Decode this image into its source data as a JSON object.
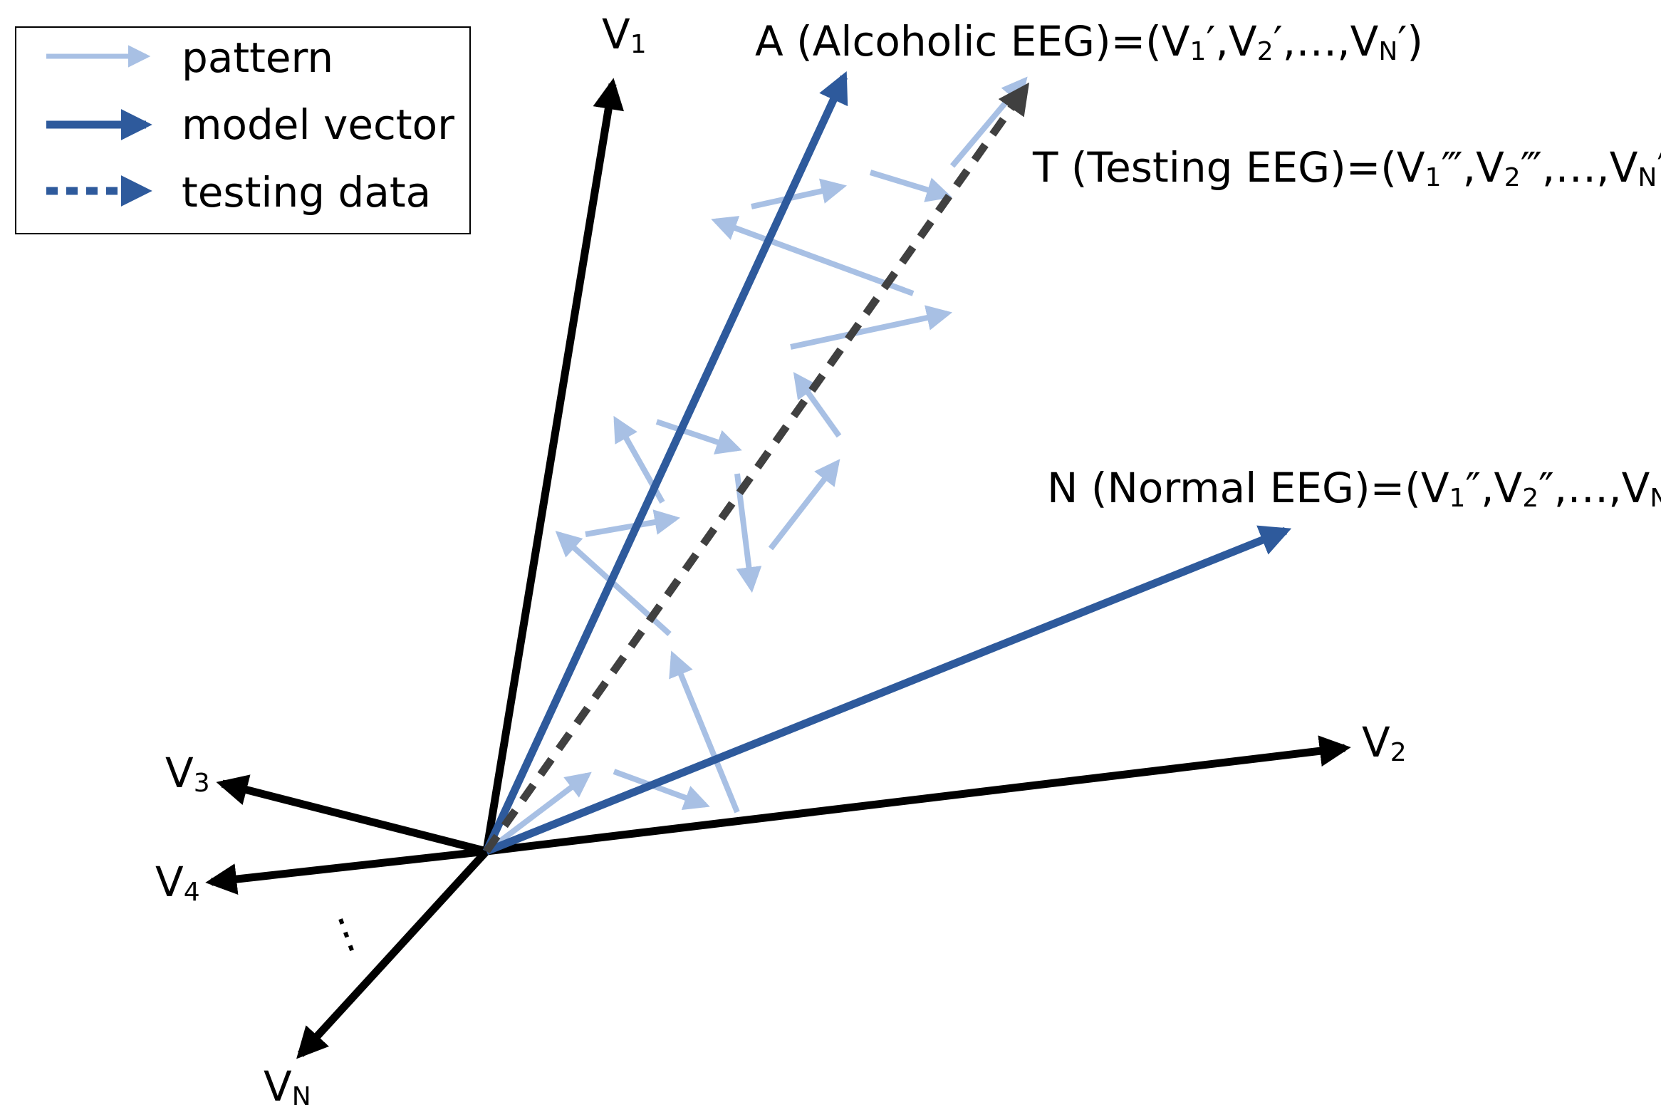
{
  "colors": {
    "axis": "#000000",
    "model_vector": "#2e5a9c",
    "pattern": "#a8c0e4",
    "testing": "#404040",
    "legend_testing": "#2e5a9c"
  },
  "legend": {
    "pattern": "pattern",
    "model_vector": "model vector",
    "testing_data": "testing data"
  },
  "axes": {
    "v1": {
      "base": "V",
      "sub": "1"
    },
    "v2": {
      "base": "V",
      "sub": "2"
    },
    "v3": {
      "base": "V",
      "sub": "3"
    },
    "v4": {
      "base": "V",
      "sub": "4"
    },
    "vn": {
      "base": "V",
      "sub": "N"
    },
    "ellipsis": "⋮"
  },
  "vectors": {
    "alcoholic": {
      "prefix": "A (Alcoholic EEG)=(V",
      "s1": "1",
      "p1": "′,V",
      "s2": "2",
      "p2": "′,…,V",
      "sN": "N",
      "end": "′)"
    },
    "testing": {
      "prefix": "T (Testing EEG)=(V",
      "s1": "1",
      "p1": "‴,V",
      "s2": "2",
      "p2": "‴,…,V",
      "sN": "N",
      "end": "‴)"
    },
    "normal": {
      "prefix": "N (Normal EEG)=(V",
      "s1": "1",
      "p1": "″,V",
      "s2": "2",
      "p2": "″,…,V",
      "sN": "N",
      "end": "″)"
    }
  }
}
